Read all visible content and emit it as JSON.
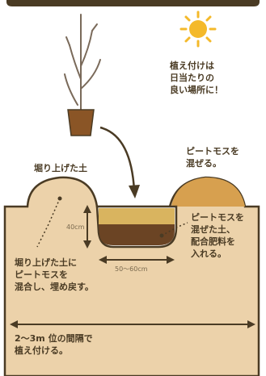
{
  "labels": {
    "sun_note": "植え付けは\n日当たりの\n良い場所に！",
    "heap_left": "堀り上げた土",
    "peat_mix": "ピートモスを\n混ぜる。",
    "depth": "40cm",
    "hole_fill": "ピートモスを\n混ぜた土、\n配合肥料を\n入れる。",
    "backfill": "堀り上げた土に\nピートモスを\n混合し、埋め戻す。",
    "width": "50〜60cm",
    "spacing": "2〜3m 位の間隔で\n植え付ける。"
  },
  "colors": {
    "soil": "#ecd2aa",
    "soil_edge": "#4a3b24",
    "peat_mound": "#d7a04f",
    "hole_light": "#d9b45f",
    "hole_dark": "#6b4424",
    "sun": "#f4b92a",
    "pot": "#8a5526",
    "branches": "#7a6a5a"
  },
  "icons": [
    "sun-icon",
    "potted-seedling-icon"
  ]
}
